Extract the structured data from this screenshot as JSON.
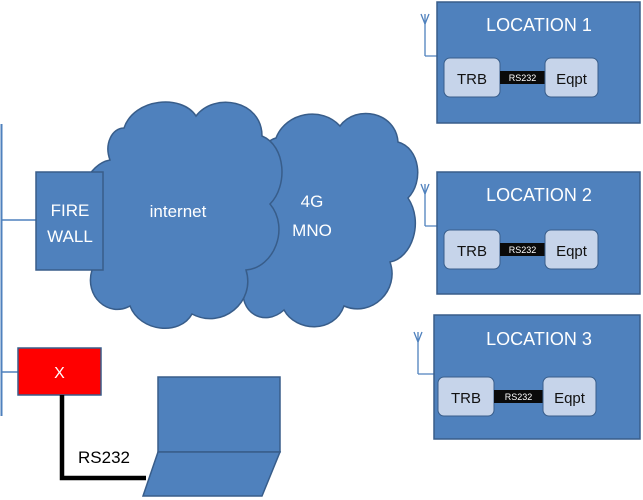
{
  "colors": {
    "box_fill": "#4f81bd",
    "box_stroke": "#385d8a",
    "device_fill": "#c6d4ea",
    "link_fill": "#0a0a0a",
    "alert_fill": "#ff0000",
    "wire": "#000000"
  },
  "firewall": {
    "line1": "FIRE",
    "line2": "WALL"
  },
  "clouds": {
    "internet": "internet",
    "mno_line1": "4G",
    "mno_line2": "MNO"
  },
  "locations": [
    {
      "title": "LOCATION 1",
      "device": "TRB",
      "link": "RS232",
      "equipment": "Eqpt"
    },
    {
      "title": "LOCATION 2",
      "device": "TRB",
      "link": "RS232",
      "equipment": "Eqpt"
    },
    {
      "title": "LOCATION 3",
      "device": "TRB",
      "link": "RS232",
      "equipment": "Eqpt"
    }
  ],
  "central_unit": {
    "label": "X"
  },
  "serial_link": {
    "label": "RS232"
  },
  "icons": [
    "antenna-icon",
    "laptop-icon",
    "cloud-icon"
  ]
}
